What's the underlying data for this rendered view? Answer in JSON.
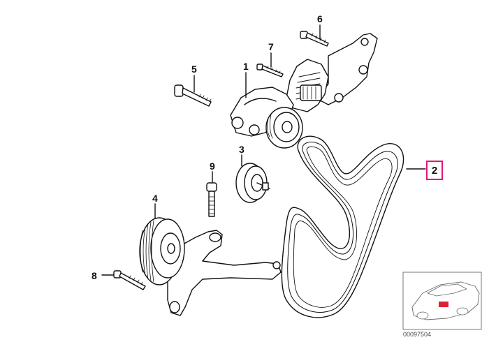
{
  "callouts": {
    "c1": "1",
    "c2": "2",
    "c3": "3",
    "c4": "4",
    "c5": "5",
    "c6": "6",
    "c7": "7",
    "c8": "8",
    "c9": "9"
  },
  "thumbnail": {
    "code": "00097504"
  },
  "colors": {
    "highlight": "#e0187a",
    "line": "#111111"
  }
}
